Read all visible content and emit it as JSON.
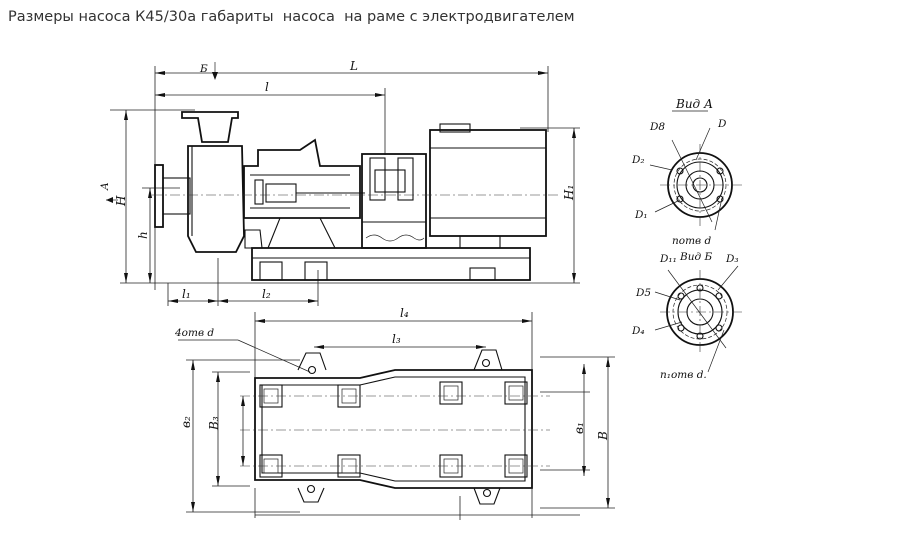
{
  "page": {
    "title": "Размеры насоса К45/30а габариты  насоса  на раме с электродвигателем"
  },
  "drawing": {
    "side_view": {
      "dims": {
        "L": "L",
        "l": "l",
        "B_view": "Б",
        "A_view": "A",
        "H": "H",
        "h": "h",
        "H1": "H₁",
        "l1": "l₁",
        "l2": "l₂"
      }
    },
    "top_view": {
      "dims": {
        "holes": "4отв d",
        "l4": "l₄",
        "l3": "l₃",
        "b2": "в₂",
        "B3": "В₃",
        "b1": "в₁",
        "B": "В"
      }
    },
    "view_a": {
      "title": "Вид А",
      "labels": {
        "D": "D",
        "D8": "D8",
        "D2": "D₂",
        "D1": "D₁",
        "holes": "nотв d"
      }
    },
    "view_b": {
      "title": "Вид Б",
      "labels": {
        "D11": "D₁₁",
        "D3": "D₃",
        "D5": "D5",
        "D4": "D₄",
        "holes": "n₁отв d."
      }
    }
  }
}
